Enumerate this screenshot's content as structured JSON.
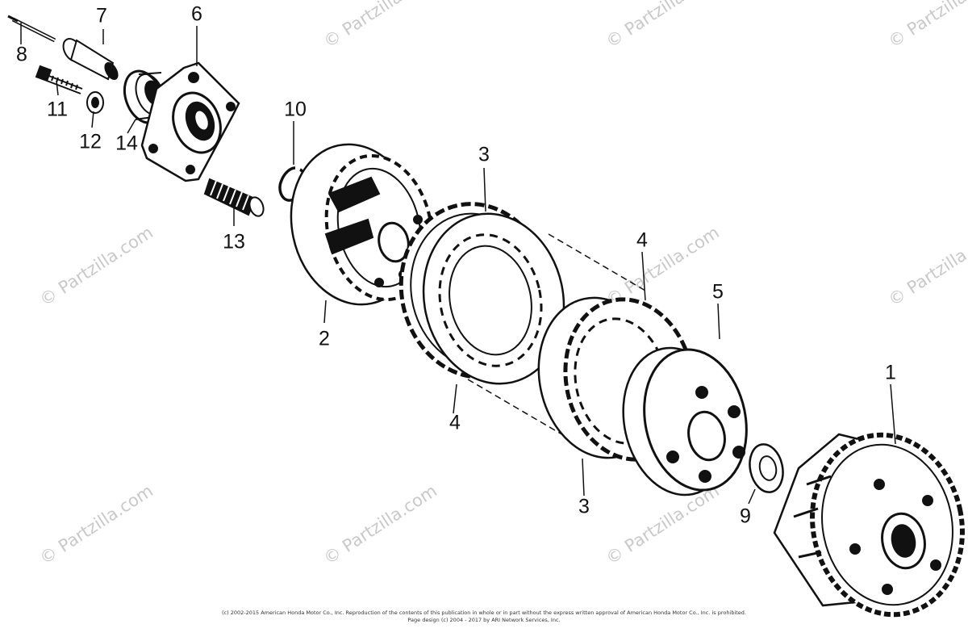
{
  "callouts": {
    "c1": "1",
    "c2": "2",
    "c3a": "3",
    "c3b": "3",
    "c4a": "4",
    "c4b": "4",
    "c5": "5",
    "c6": "6",
    "c7": "7",
    "c8": "8",
    "c9": "9",
    "c10": "10",
    "c11": "11",
    "c12": "12",
    "c13": "13",
    "c14": "14"
  },
  "watermark": "© Partzilla.com",
  "footer": {
    "line1": "(c) 2002-2015 American Honda Motor Co., Inc. Reproduction of the contents of this publication in whole or in part without the express written approval of American Honda Motor Co., Inc. is prohibited.",
    "line2": "Page design (c) 2004 - 2017 by ARI Network Services, Inc."
  },
  "colors": {
    "ink": "#111111",
    "watermark": "#c9c9c9",
    "background": "#ffffff"
  }
}
